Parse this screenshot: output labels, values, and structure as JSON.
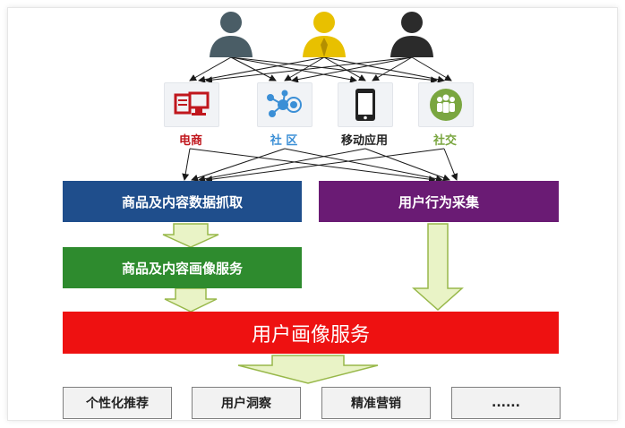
{
  "users": [
    {
      "icon": "user-gray-icon",
      "color": "#4a5d66"
    },
    {
      "icon": "user-gold-icon",
      "color": "#e8c000"
    },
    {
      "icon": "user-black-icon",
      "color": "#2b2b2b"
    }
  ],
  "channels": [
    {
      "icon": "ecommerce-computer-icon",
      "label": "电商",
      "color": "#c0171d"
    },
    {
      "icon": "community-network-icon",
      "label": "社 区",
      "color": "#3b8fd6"
    },
    {
      "icon": "mobile-app-icon",
      "label": "移动应用",
      "color": "#222222"
    },
    {
      "icon": "social-group-icon",
      "label": "社交",
      "color": "#7aa640"
    }
  ],
  "boxes": {
    "crawl": {
      "label": "商品及内容数据抓取",
      "color": "#1f4e8c"
    },
    "collect": {
      "label": "用户行为采集",
      "color": "#6a1b74"
    },
    "content_profile": {
      "label": "商品及内容画像服务",
      "color": "#2e8b2e"
    },
    "user_profile": {
      "label": "用户画像服务",
      "color": "#ee1111"
    }
  },
  "outputs": [
    "个性化推荐",
    "用户洞察",
    "精准营销",
    "......"
  ],
  "colors": {
    "arrow_fill": "#e9f3c6",
    "arrow_stroke": "#98b84a",
    "link_line": "#1a1a1a"
  }
}
